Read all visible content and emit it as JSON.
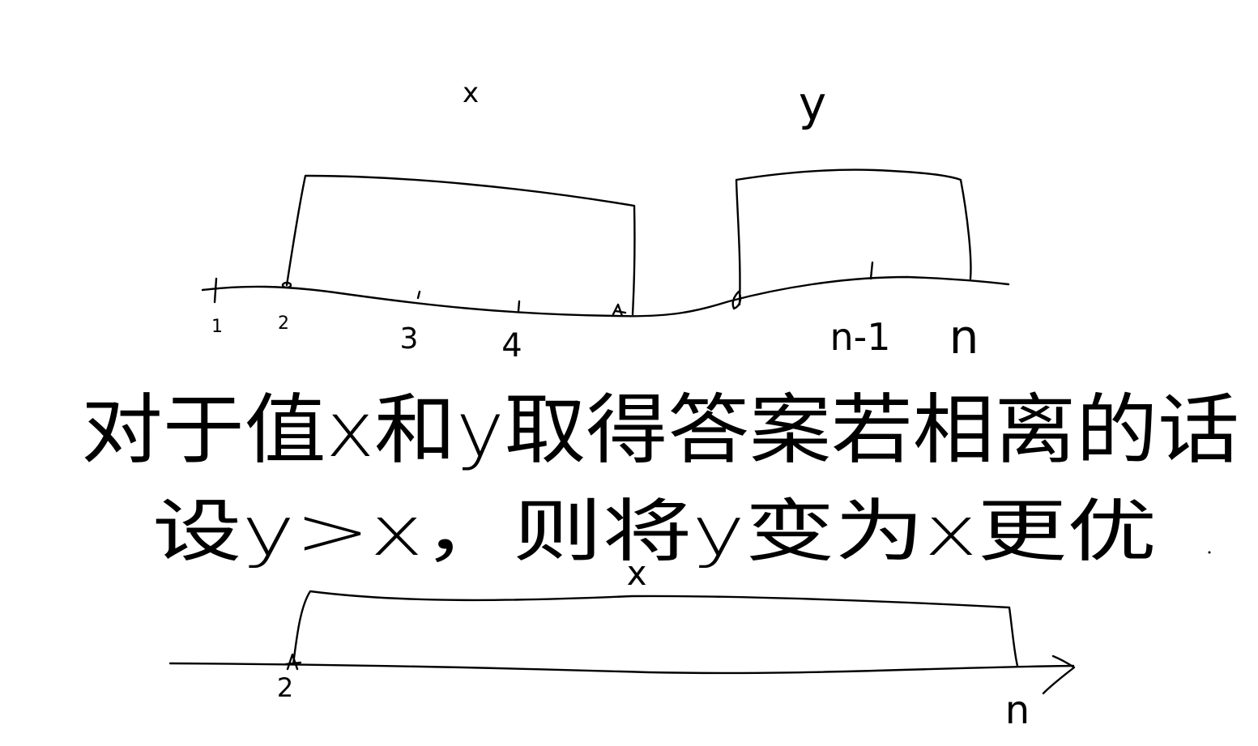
{
  "diagram": {
    "ink_color": "#000000",
    "background_color": "#ffffff",
    "top": {
      "segment_labels": [
        "x",
        "y"
      ],
      "tick_labels": [
        "1",
        "2",
        "3",
        "4",
        "n-1",
        "n"
      ]
    },
    "note_lines": [
      "对于值x和y取得答案若相离的话",
      "设y>x，则将y变为x更优"
    ],
    "bottom": {
      "segment_label": "x",
      "tick_labels": [
        "2",
        "n"
      ]
    }
  }
}
